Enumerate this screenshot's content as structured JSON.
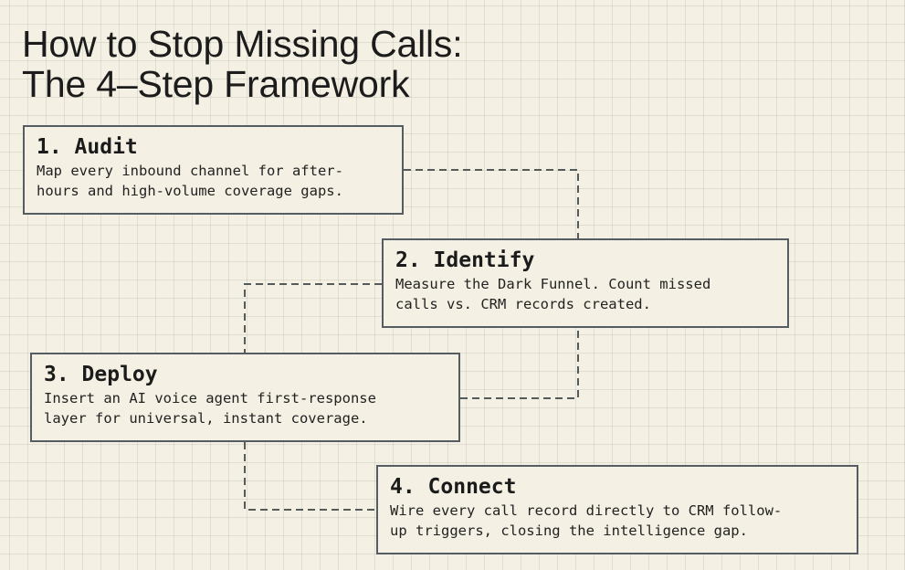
{
  "title": {
    "line1": "How to Stop Missing Calls:",
    "line2": "The 4–Step Framework"
  },
  "steps": [
    {
      "heading": "1. Audit",
      "description": [
        "Map every inbound channel for after-",
        "hours and high-volume coverage gaps."
      ]
    },
    {
      "heading": "2. Identify",
      "description": [
        "Measure the Dark Funnel. Count missed",
        "calls vs. CRM records created."
      ]
    },
    {
      "heading": "3. Deploy",
      "description": [
        "Insert an AI voice agent first-response",
        "layer for universal, instant coverage."
      ]
    },
    {
      "heading": "4. Connect",
      "description": [
        "Wire every call record directly to CRM follow-",
        "up triggers, closing the intelligence gap."
      ]
    }
  ],
  "colors": {
    "background": "#f4f0e3",
    "grid": "#c9cbbd",
    "box_border": "#555d63",
    "connector": "#555a5a",
    "text": "#1f1f1f"
  }
}
